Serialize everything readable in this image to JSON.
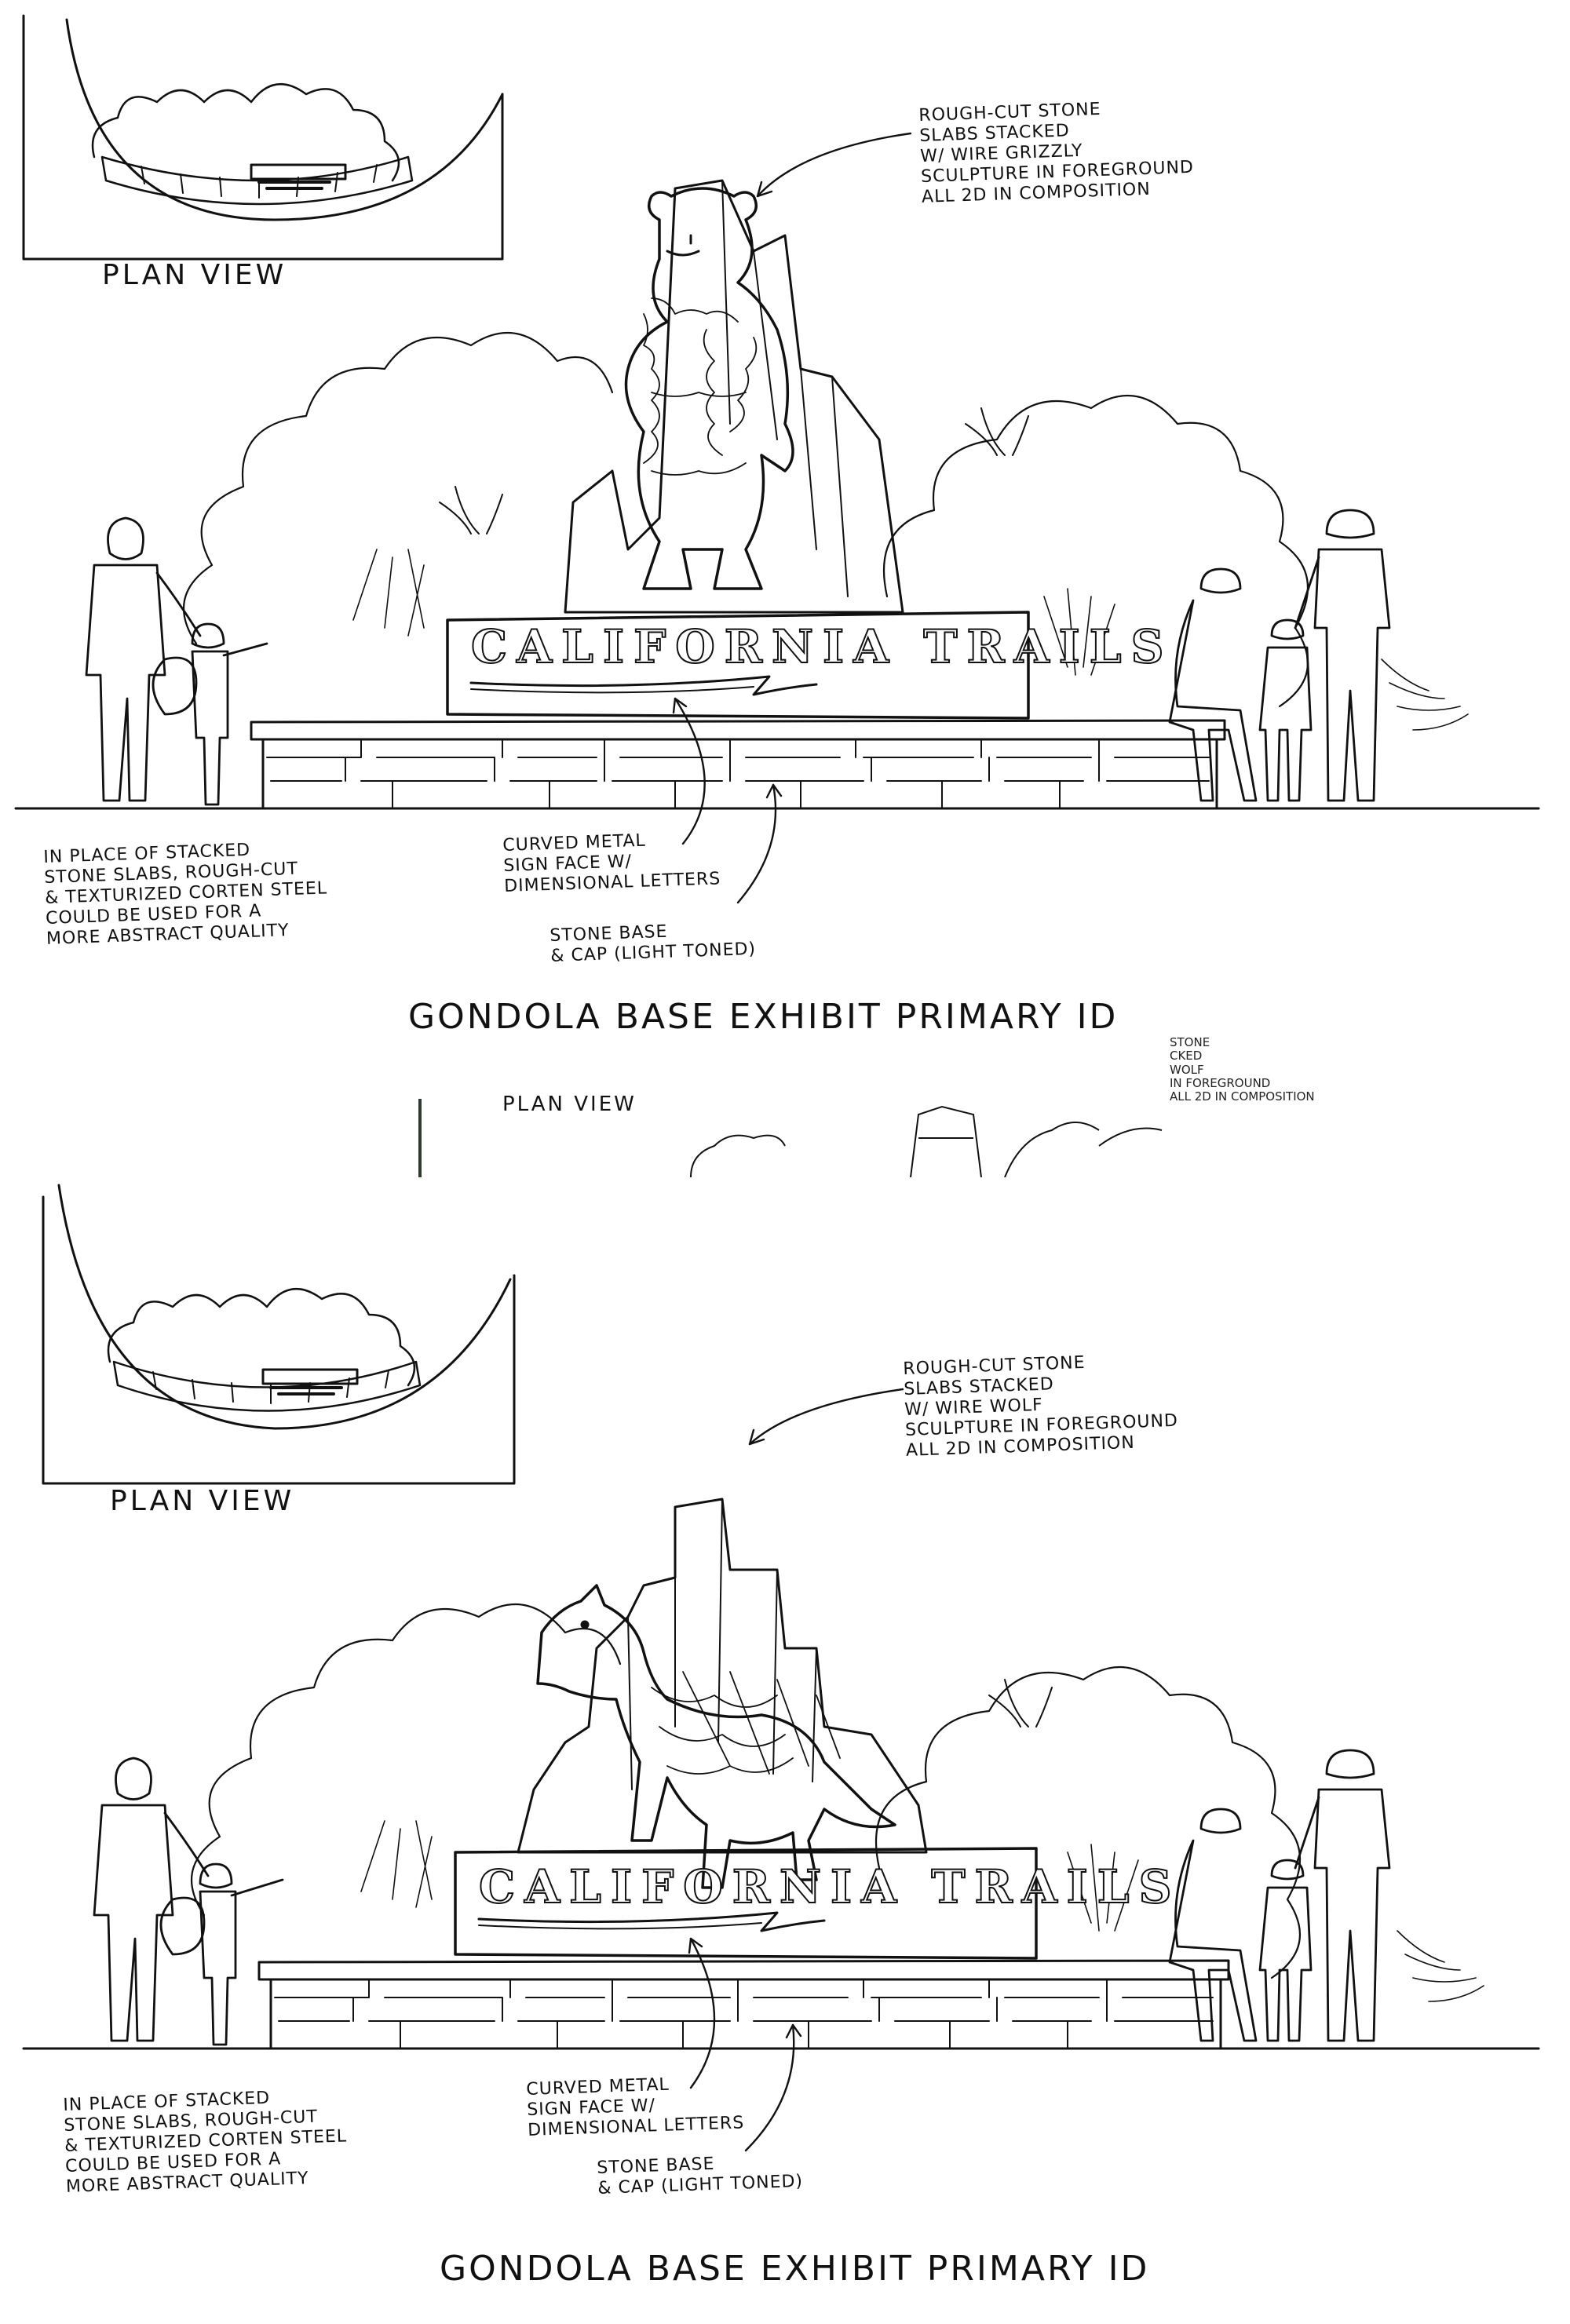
{
  "panels": [
    {
      "plan_view_label": "PLAN VIEW",
      "callout_top": "ROUGH-CUT STONE\nSLABS STACKED\nW/ WIRE GRIZZLY\nSCULPTURE IN FOREGROUND\nALL 2D IN COMPOSITION",
      "sign_text": "CALIFORNIA  TRAILS",
      "callout_sign": "CURVED METAL\nSIGN FACE W/\nDIMENSIONAL LETTERS",
      "callout_base": "STONE BASE\n& CAP (LIGHT TONED)",
      "note_left": "IN PLACE OF  STACKED\nSTONE SLABS, ROUGH-CUT\n& TEXTURIZED  CORTEN STEEL\nCOULD BE USED FOR A\nMORE ABSTRACT QUALITY",
      "title": "GONDOLA BASE EXHIBIT PRIMARY ID",
      "sculpture_icon": "grizzly-bear-sculpture"
    },
    {
      "plan_view_label": "PLAN VIEW",
      "callout_top": "ROUGH-CUT STONE\nSLABS STACKED\nW/ WIRE WOLF\nSCULPTURE IN FOREGROUND\nALL 2D IN COMPOSITION",
      "sign_text": "CALIFORNIA  TRAILS",
      "callout_sign": "CURVED METAL\nSIGN FACE W/\nDIMENSIONAL LETTERS",
      "callout_base": "STONE BASE\n& CAP (LIGHT TONED)",
      "note_left": "IN PLACE OF  STACKED\nSTONE SLABS, ROUGH-CUT\n& TEXTURIZED  CORTEN STEEL\nCOULD BE USED FOR A\nMORE ABSTRACT QUALITY",
      "title": "GONDOLA BASE EXHIBIT PRIMARY ID",
      "sculpture_icon": "wolf-sculpture"
    }
  ],
  "ghost_fragment": {
    "plan_view_label": "PLAN VIEW",
    "callout_fragment": "STONE\nCKED\nWOLF\nIN FOREGROUND\nALL 2D IN COMPOSITION"
  }
}
